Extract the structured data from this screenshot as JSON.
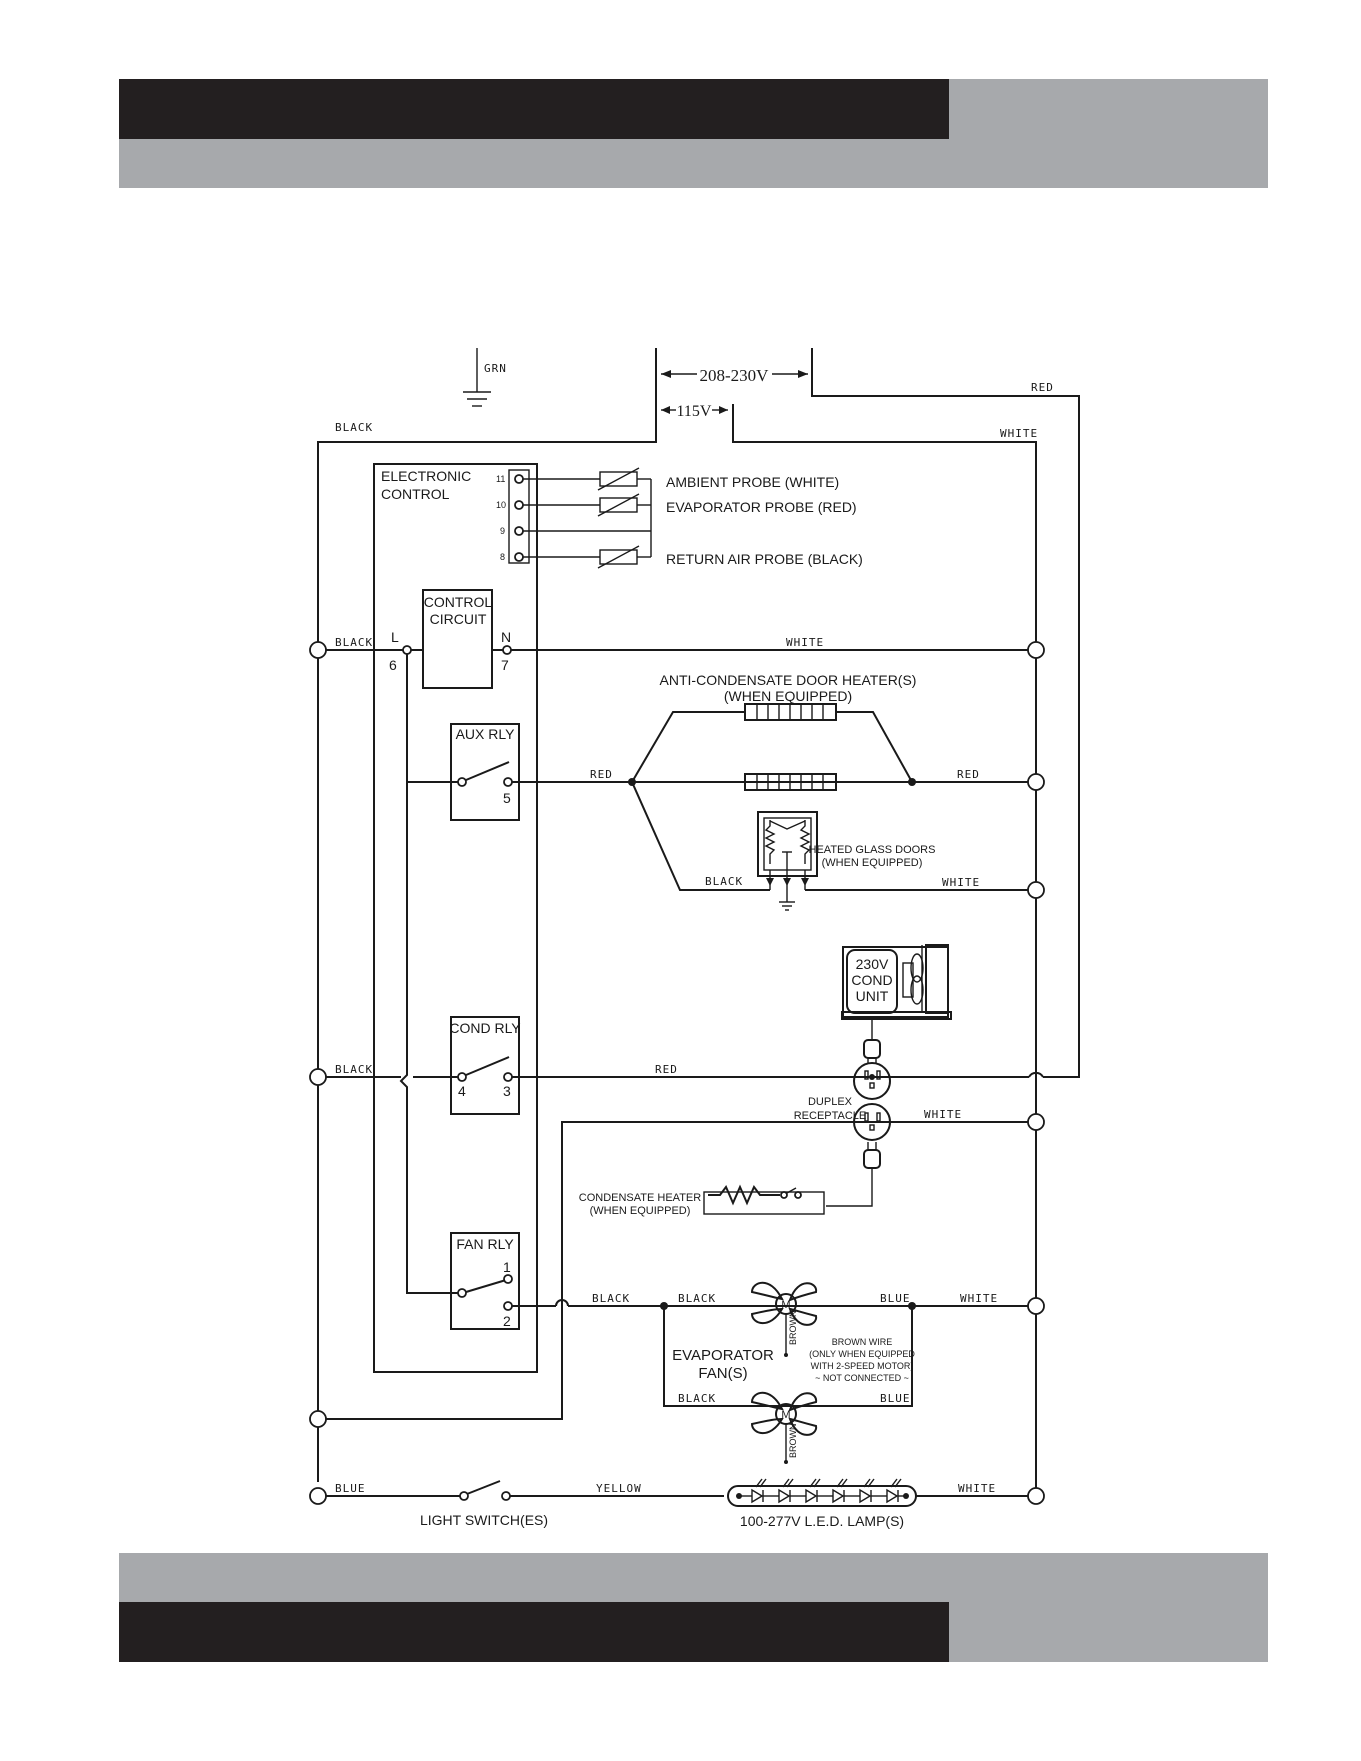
{
  "header": {
    "dark_color": "#231f20",
    "gray_color": "#a7a9ac"
  },
  "supply": {
    "v_high": "208-230V",
    "v_low": "115V"
  },
  "control": {
    "title_line1": "ELECTRONIC",
    "title_line2": "CONTROL",
    "pins": [
      "11",
      "10",
      "9",
      "8"
    ],
    "circuit_line1": "CONTROL",
    "circuit_line2": "CIRCUIT",
    "l_label": "L",
    "n_label": "N",
    "pin6": "6",
    "pin7": "7",
    "aux_relay": "AUX RLY",
    "aux_pin": "5",
    "cond_relay": "COND RLY",
    "cond_pin4": "4",
    "cond_pin3": "3",
    "fan_relay": "FAN RLY",
    "fan_pin1": "1",
    "fan_pin2": "2"
  },
  "probes": {
    "ambient": "AMBIENT PROBE (WHITE)",
    "evaporator": "EVAPORATOR PROBE (RED)",
    "return_air": "RETURN AIR PROBE (BLACK)"
  },
  "wire_colors": {
    "grn": "GRN",
    "black": "BLACK",
    "white": "WHITE",
    "red": "RED",
    "blue": "BLUE",
    "yellow": "YELLOW",
    "brown": "BROWN"
  },
  "components": {
    "door_heater_line1": "ANTI-CONDENSATE DOOR HEATER(S)",
    "door_heater_line2": "(WHEN EQUIPPED)",
    "glass_doors_line1": "HEATED GLASS DOORS",
    "glass_doors_line2": "(WHEN EQUIPPED)",
    "cond_unit_line1": "230V",
    "cond_unit_line2": "COND",
    "cond_unit_line3": "UNIT",
    "receptacle_line1": "DUPLEX",
    "receptacle_line2": "RECEPTACLE",
    "cond_heater_line1": "CONDENSATE HEATER",
    "cond_heater_line2": "(WHEN EQUIPPED)",
    "evap_fan_line1": "EVAPORATOR",
    "evap_fan_line2": "FAN(S)",
    "motor": "M",
    "brown_note_line1": "BROWN WIRE",
    "brown_note_line2": "(ONLY WHEN EQUIPPED",
    "brown_note_line3": "WITH 2-SPEED MOTOR)",
    "brown_note_line4": "~ NOT CONNECTED ~",
    "light_switch": "LIGHT SWITCH(ES)",
    "led_lamp": "100-277V L.E.D. LAMP(S)"
  }
}
